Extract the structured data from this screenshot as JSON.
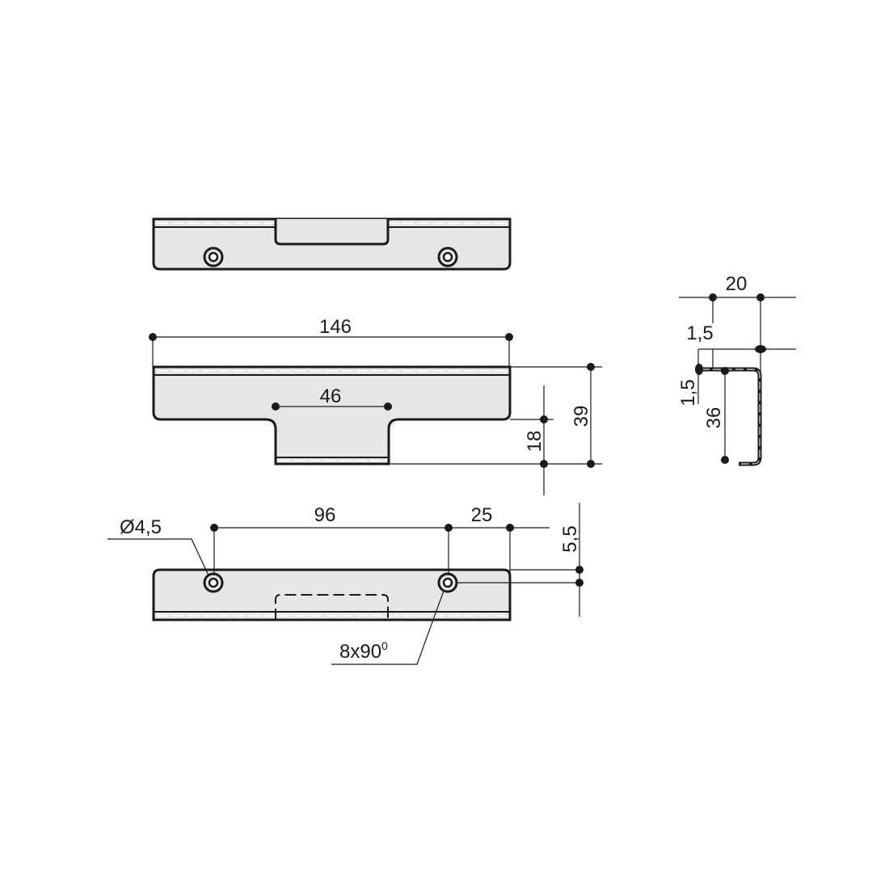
{
  "drawing": {
    "line_color": "#1a1a1a",
    "fill_color": "#e6e6e6",
    "dimensions": {
      "overall_length": "146",
      "tab_width": "46",
      "tab_depth": "18",
      "total_depth": "39",
      "hole_spacing": "96",
      "hole_edge_offset": "25",
      "hole_height_offset": "5,5",
      "hole_diameter": "Ø4,5",
      "countersink": "8x90",
      "countersink_sup": "0",
      "profile_width": "20",
      "thickness_top": "1,5",
      "thickness_side": "1,5",
      "profile_height": "36"
    }
  }
}
